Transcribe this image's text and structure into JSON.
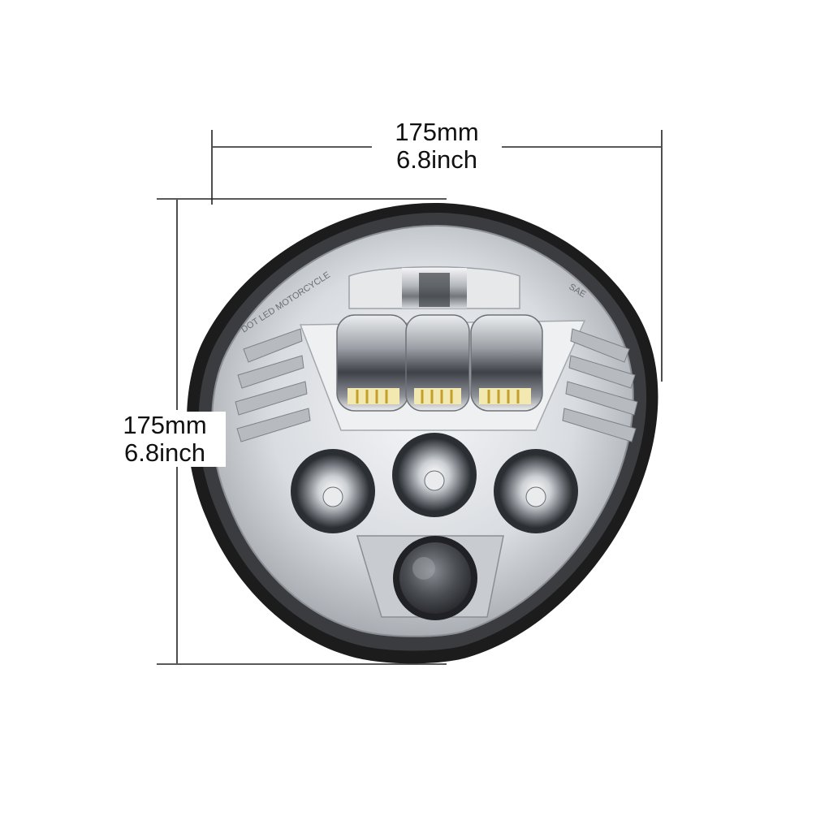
{
  "dimensions": {
    "width": {
      "mm": "175mm",
      "inch": "6.8inch"
    },
    "height": {
      "mm": "175mm",
      "inch": "6.8inch"
    }
  },
  "product": {
    "name": "motorcycle-led-headlight",
    "finish": "chrome",
    "lens_markings": [
      "DOT LED MOTORCYCLE",
      "SAE"
    ]
  },
  "colors": {
    "bezel": "#1a1a1a",
    "chrome": "#c9ccd0",
    "led_warm": "#f3e9b0",
    "dimension_line": "#222222"
  }
}
